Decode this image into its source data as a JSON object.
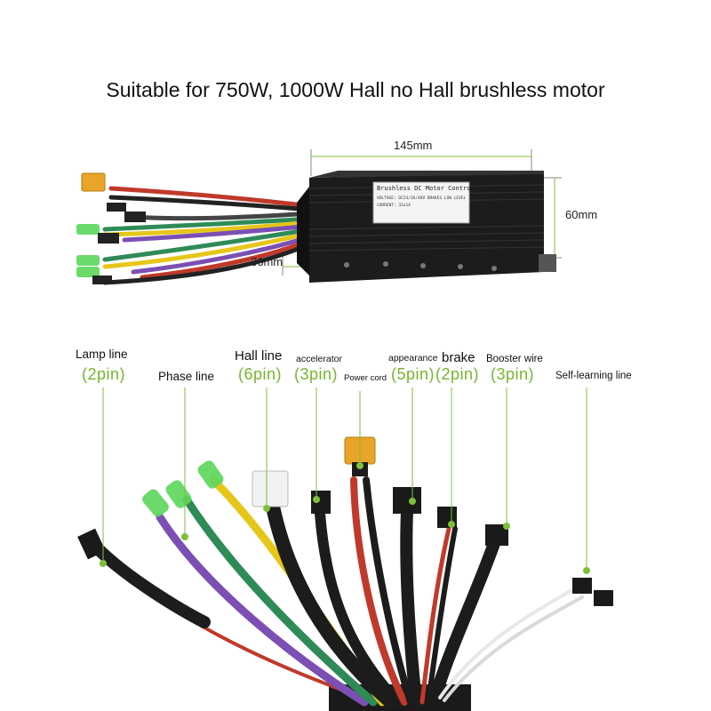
{
  "title": "Suitable for 750W, 1000W Hall no Hall brushless motor",
  "dimensions": {
    "length": "145mm",
    "height": "60mm",
    "depth": "36mm"
  },
  "controller_label": {
    "line1": "Brushless DC Motor Controller",
    "line2": "VOLTAGE: DC24/36/48V   BRAKES LOW LEVEL",
    "line3": "CURRENT: 32±1A"
  },
  "colors": {
    "accent": "#76b52f",
    "leader": "#7fbf3a",
    "controller": "#1c1c1c"
  },
  "callouts": [
    {
      "label": "Lamp line",
      "pins": "(2pin)"
    },
    {
      "label": "Phase line",
      "pins": ""
    },
    {
      "label": "Hall line",
      "pins": "(6pin)"
    },
    {
      "label": "accelerator",
      "pins": "(3pin)"
    },
    {
      "label": "Power cord",
      "pins": ""
    },
    {
      "label": "appearance",
      "pins": "(5pin)"
    },
    {
      "label": "brake",
      "pins": "(2pin)"
    },
    {
      "label": "Booster wire",
      "pins": "(3pin)"
    },
    {
      "label": "Self-learning line",
      "pins": ""
    }
  ]
}
